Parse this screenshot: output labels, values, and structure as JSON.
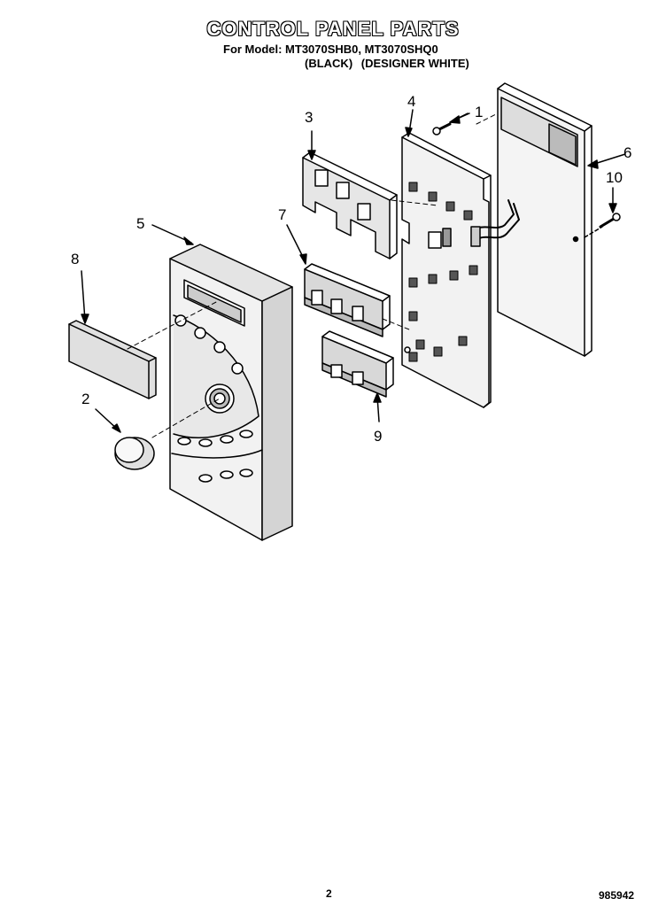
{
  "header": {
    "title": "CONTROL PANEL PARTS",
    "model_line": "For Model: MT3070SHB0, MT3070SHQ0",
    "variants": [
      "(BLACK)",
      "(DESIGNER WHITE)"
    ]
  },
  "callouts": {
    "c1": "1",
    "c2": "2",
    "c3": "3",
    "c4": "4",
    "c5": "5",
    "c6": "6",
    "c7": "7",
    "c8": "8",
    "c9": "9",
    "c10": "10"
  },
  "footer": {
    "page_number": "2",
    "doc_code": "985942"
  }
}
